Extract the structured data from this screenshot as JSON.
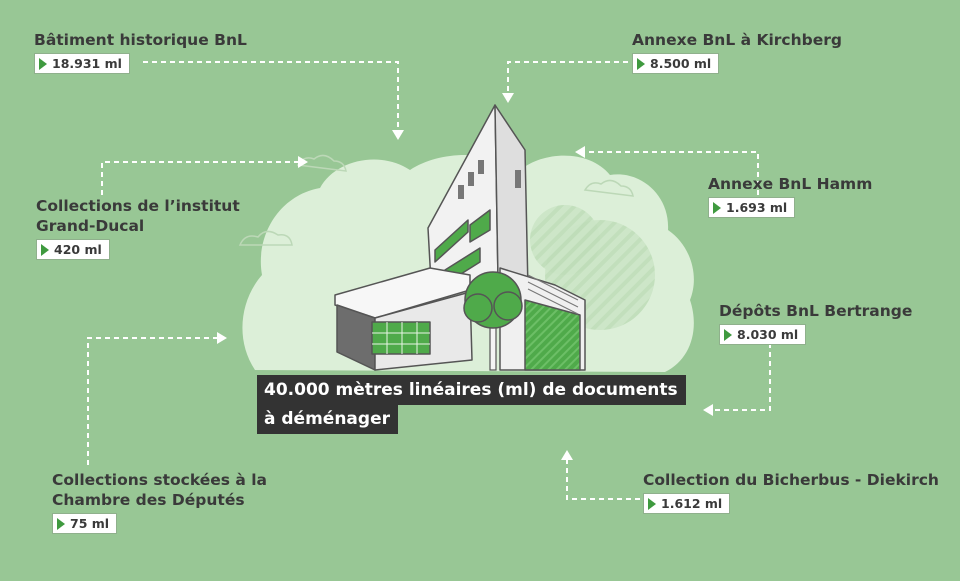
{
  "total": {
    "line1": "40.000 mètres linéaires (ml) de documents",
    "line2": "à déménager"
  },
  "sources": [
    {
      "id": "batiment-historique",
      "label_lines": [
        "Bâtiment historique BnL"
      ],
      "value": "18.931 ml"
    },
    {
      "id": "annexe-kirchberg",
      "label_lines": [
        "Annexe BnL à Kirchberg"
      ],
      "value": "8.500 ml"
    },
    {
      "id": "annexe-hamm",
      "label_lines": [
        "Annexe BnL Hamm"
      ],
      "value": "1.693 ml"
    },
    {
      "id": "institut-grand-ducal",
      "label_lines": [
        "Collections de l’institut",
        "Grand-Ducal"
      ],
      "value": "420 ml"
    },
    {
      "id": "depots-bertrange",
      "label_lines": [
        "Dépôts BnL Bertrange"
      ],
      "value": "8.030 ml"
    },
    {
      "id": "chambre-deputes",
      "label_lines": [
        "Collections stockées à la",
        "Chambre des Députés"
      ],
      "value": "75 ml"
    },
    {
      "id": "bicherbus-diekirch",
      "label_lines": [
        "Collection du Bicherbus - Diekirch"
      ],
      "value": "1.612 ml"
    }
  ],
  "icons": {
    "marker": "play-triangle-icon",
    "connector": "dashed-arrow"
  },
  "colors": {
    "background": "#98c795",
    "cloud": "#dcefd8",
    "accent_green": "#3f9a3f",
    "title_box": "#333333"
  }
}
